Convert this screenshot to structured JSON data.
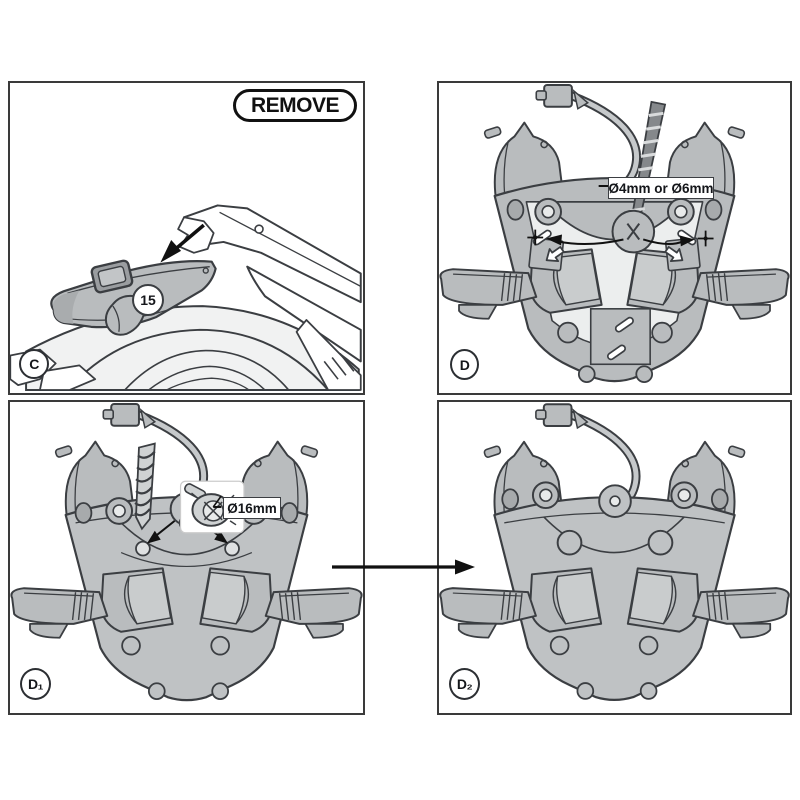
{
  "palette": {
    "outline": "#3b3e42",
    "part_gray": "#b9bcbe",
    "part_gray_2": "#bfc2c4",
    "panel_light": "#eceeee",
    "fender_light": "#f1f2f2",
    "panel_border": "#3a3a3a",
    "label_text": "#14161a"
  },
  "panels": {
    "c": {
      "label": "C",
      "remove_badge": "REMOVE",
      "part_callout": "15"
    },
    "d": {
      "label": "D",
      "drill_size_label": "Ø4mm or Ø6mm"
    },
    "d1": {
      "label": "D₁",
      "drill_size_label": "Ø16mm"
    },
    "d2": {
      "label": "D₂"
    }
  }
}
